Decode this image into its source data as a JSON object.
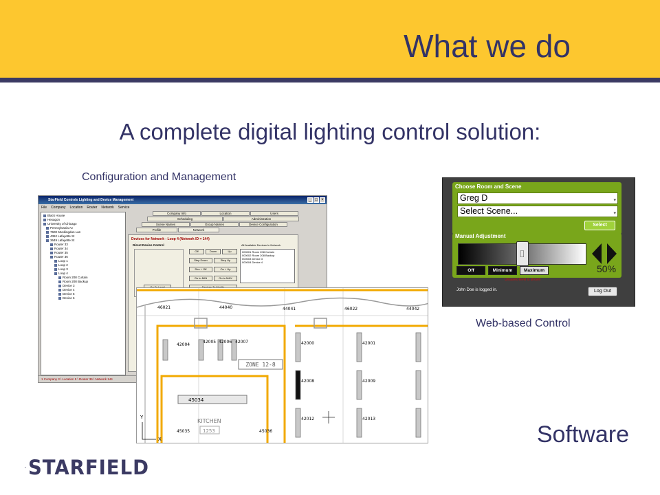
{
  "slide": {
    "title": "What we do",
    "subtitle": "A complete digital lighting control solution:",
    "caption_config": "Configuration and Management",
    "caption_web": "Web-based Control",
    "section_label": "Software",
    "logo_text": "STARFIELD"
  },
  "colors": {
    "header_band": "#fdc72f",
    "header_rule": "#3b3a63",
    "title_text": "#333366",
    "web_green": "#79a61b"
  },
  "config_app": {
    "window_title": "StarField Controls Lighting and Device Management",
    "menu": [
      "File",
      "Company",
      "Location",
      "Router",
      "Network",
      "Service"
    ],
    "tree": [
      "Black House",
      "Hexagon",
      "University of Chicago",
      "Pennsylvania Av",
      "7600 Muskingdun Lan",
      "4362 Lafayette St",
      "3649 Lafayette St",
      "Router 33",
      "Router 34",
      "Router 35",
      "Router 36",
      "Loop 1",
      "Loop 2",
      "Loop 3",
      "Loop 4",
      "Room 208 Curtain",
      "Room 208 Backup",
      "Device 3",
      "Device 4",
      "Device 5",
      "Device 6"
    ],
    "tabs_row1": [
      "Company Info",
      "Location",
      "Users"
    ],
    "tabs_row2": [
      "Scheduling",
      "Administration"
    ],
    "tabs_row3": [
      "Scene Names",
      "Group Names",
      "Device Configuration"
    ],
    "tabs_row4": [
      "Profile",
      "Network"
    ],
    "devices_heading": "Devices for Network - Loop 4 (Network ID = 144)",
    "direct_control": "Direct Device Control",
    "buttons": [
      "Off",
      "Down",
      "Up",
      "Step Down",
      "Step Up",
      "Dim + Off",
      "On + Up",
      "Go to MIN",
      "Go to MAX",
      "Go To Level",
      "Devices To Modify"
    ],
    "list_heading": "All Available Devices In Network",
    "list_items": [
      "000001 Room 208 Curtain",
      "000002 Room 208 Backup",
      "000003 Device 3",
      "000004 Device 4"
    ],
    "status": "1 Company 3 \\ Location 5 \\ Router 36 \\ Network 144"
  },
  "floor_plan": {
    "ceiling_ids": [
      "46021",
      "44040",
      "44041",
      "46022",
      "44042"
    ],
    "fixture_ids": [
      "42004",
      "42005",
      "42006",
      "42007",
      "42000",
      "42001",
      "42008",
      "42009",
      "42012",
      "42013"
    ],
    "zone_label": "ZONE 12-8",
    "kitchen_label": "KITCHEN",
    "kitchen_number": "1253",
    "kitchen_fixture": "45034",
    "corner_ids": [
      "45035",
      "45036"
    ],
    "axis_y": "Y",
    "axis_x": "X"
  },
  "web_control": {
    "choose_label": "Choose Room and Scene",
    "room_value": "Greg D",
    "scene_value": "Select Scene...",
    "select_button": "Select",
    "manual_label": "Manual Adjustment",
    "btn_off": "Off",
    "btn_min": "Minimum",
    "btn_max": "Maximum",
    "level_text": "50%",
    "level_fraction": 0.5,
    "warning_text": "Unsaved level is shown",
    "user_text": "John Doe is logged in.",
    "logout_button": "Log Out"
  }
}
